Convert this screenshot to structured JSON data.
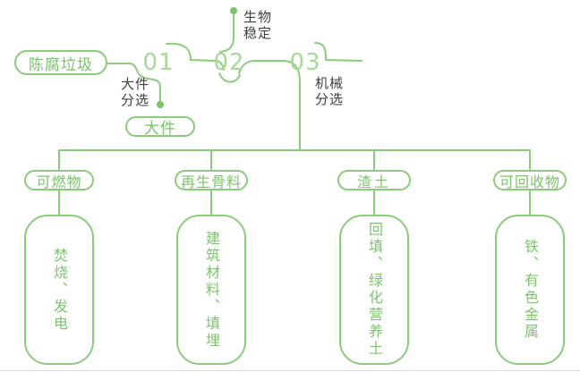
{
  "colors": {
    "line_green": "#8CCB7E",
    "text_green": "#7CC46A",
    "number_green": "#A9D89A",
    "label_dark": "#3F3F3F"
  },
  "flow": {
    "source_label": "陈腐垃圾",
    "steps": [
      {
        "number": "01",
        "label": "大件\n分选",
        "label_position": "below"
      },
      {
        "number": "02",
        "label": "生物\n稳定",
        "label_position": "above"
      },
      {
        "number": "03",
        "label": "机械\n分选",
        "label_position": "below"
      }
    ],
    "bulky_output_label": "大件"
  },
  "branches": [
    {
      "category": "可燃物",
      "detail": "焚烧、发电"
    },
    {
      "category": "再生骨料",
      "detail": "建筑材料、填埋"
    },
    {
      "category": "渣土",
      "detail": "回填、绿化营养土"
    },
    {
      "category": "可回收物",
      "detail": "铁、有色金属"
    }
  ]
}
